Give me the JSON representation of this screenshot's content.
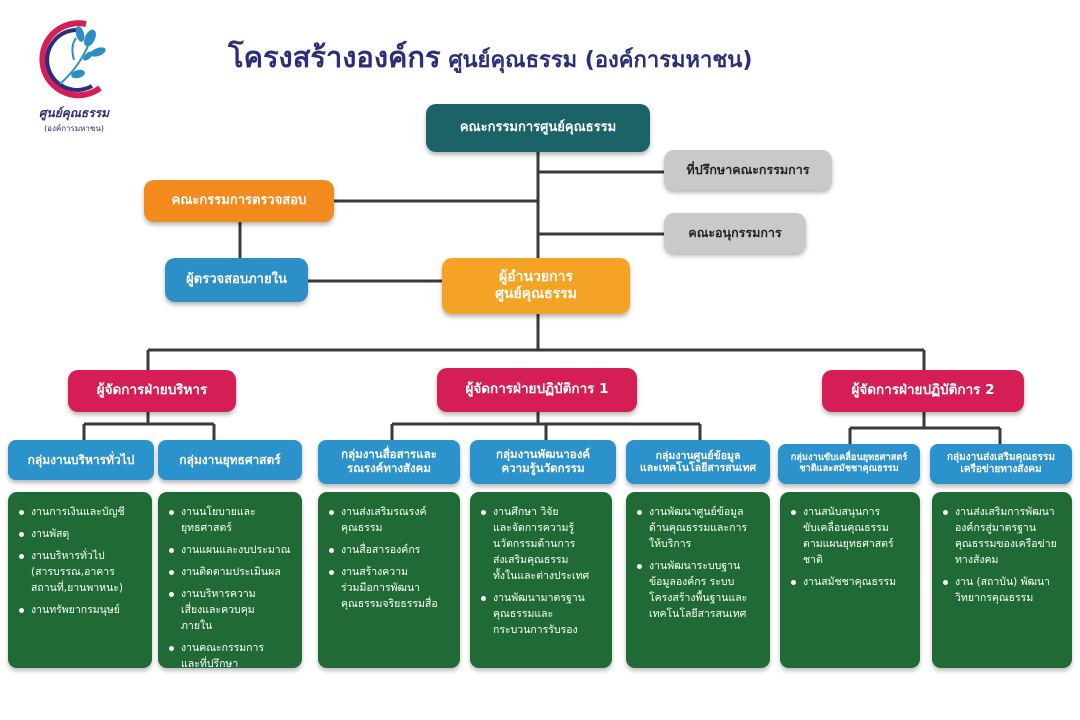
{
  "colors": {
    "teal": "#1b6367",
    "grey": "#c9c9c9",
    "orange": "#f28a1e",
    "amber": "#f4a324",
    "blue": "#2c8fc6",
    "red": "#d51e55",
    "task_green": "#1f6a35",
    "title_navy": "#2b2f7a"
  },
  "logo": {
    "name": "ศูนย์คุณธรรม",
    "sub": "(องค์การมหาชน)",
    "icon": "flower-brand-icon"
  },
  "title": {
    "main": "โครงสร้างองค์กร",
    "sub": "ศูนย์คุณธรรม (องค์การมหาชน)"
  },
  "top": {
    "board": "คณะกรรมการศูนย์คุณธรรม",
    "advisors": "ที่ปรึกษาคณะกรรมการ",
    "audit_committee": "คณะกรรมการตรวจสอบ",
    "subcommittee": "คณะอนุกรรมการ",
    "internal_audit": "ผู้ตรวจสอบภายใน",
    "director": [
      "ผู้อำนวยการ",
      "ศูนย์คุณธรรม"
    ]
  },
  "managers": [
    "ผู้จัดการฝ่ายบริหาร",
    "ผู้จัดการฝ่ายปฏิบัติการ 1",
    "ผู้จัดการฝ่ายปฏิบัติการ 2"
  ],
  "groups": [
    {
      "title": [
        "กลุ่มงานบริหารทั่วไป"
      ],
      "tasks": [
        [
          "งานการเงินและบัญชี"
        ],
        [
          "งานพัสดุ"
        ],
        [
          "งานบริหารทั่วไป",
          "(สารบรรณ,อาคาร",
          "สถานที่,ยานพาหนะ)"
        ],
        [
          "งานทรัพยากรมนุษย์"
        ]
      ]
    },
    {
      "title": [
        "กลุ่มงานยุทธศาสตร์"
      ],
      "tasks": [
        [
          "งานนโยบายและ",
          "ยุทธศาสตร์"
        ],
        [
          "งานแผนและงบประมาณ"
        ],
        [
          "งานติดตามประเมินผล"
        ],
        [
          "งานบริหารความ",
          "เสี่ยงและควบคุม",
          "ภายใน"
        ],
        [
          "งานคณะกรรมการ",
          "และที่ปรึกษา"
        ]
      ]
    },
    {
      "title": [
        "กลุ่มงานสื่อสารและ",
        "รณรงค์ทางสังคม"
      ],
      "tasks": [
        [
          "งานส่งเสริมรณรงค์",
          "คุณธรรม"
        ],
        [
          "งานสื่อสารองค์กร"
        ],
        [
          "งานสร้างความ",
          "ร่วมมือการพัฒนา",
          "คุณธรรมจริยธรรมสื่อ"
        ]
      ]
    },
    {
      "title": [
        "กลุ่มงานพัฒนาองค์",
        "ความรู้นวัตกรรม"
      ],
      "tasks": [
        [
          "งานศึกษา วิจัย",
          "และจัดการความรู้",
          "นวัตกรรมด้านการ",
          "ส่งเสริมคุณธรรม",
          "ทั้งในและต่างประเทศ"
        ],
        [
          "งานพัฒนามาตรฐาน",
          "คุณธรรมและ",
          "กระบวนการรับรอง"
        ]
      ]
    },
    {
      "title": [
        "กลุ่มงานศูนย์ข้อมูล",
        "และเทคโนโลยีสารสนเทศ"
      ],
      "tasks": [
        [
          "งานพัฒนาศูนย์ข้อมูล",
          "ด้านคุณธรรมและการ",
          "ให้บริการ"
        ],
        [
          "งานพัฒนาระบบฐาน",
          "ข้อมูลองค์กร ระบบ",
          "โครงสร้างพื้นฐานและ",
          "เทคโนโลยีสารสนเทศ"
        ]
      ]
    },
    {
      "title": [
        "กลุ่มงานขับเคลื่อนยุทธศาสตร์",
        "ชาติและสมัชชาคุณธรรม"
      ],
      "tasks": [
        [
          "งานสนับสนุนการ",
          "ขับเคลื่อนคุณธรรม",
          "ตามแผนยุทธศาสตร์",
          "ชาติ"
        ],
        [
          "งานสมัชชาคุณธรรม"
        ]
      ]
    },
    {
      "title": [
        "กลุ่มงานส่งเสริมคุณธรรม",
        "เครือข่ายทางสังคม"
      ],
      "tasks": [
        [
          "งานส่งเสริมการพัฒนา",
          "องค์กรสู่มาตรฐาน",
          "คุณธรรมของเครือข่าย",
          "ทางสังคม"
        ],
        [
          "งาน (สถาบัน) พัฒนา",
          "วิทยากรคุณธรรม"
        ]
      ]
    }
  ]
}
